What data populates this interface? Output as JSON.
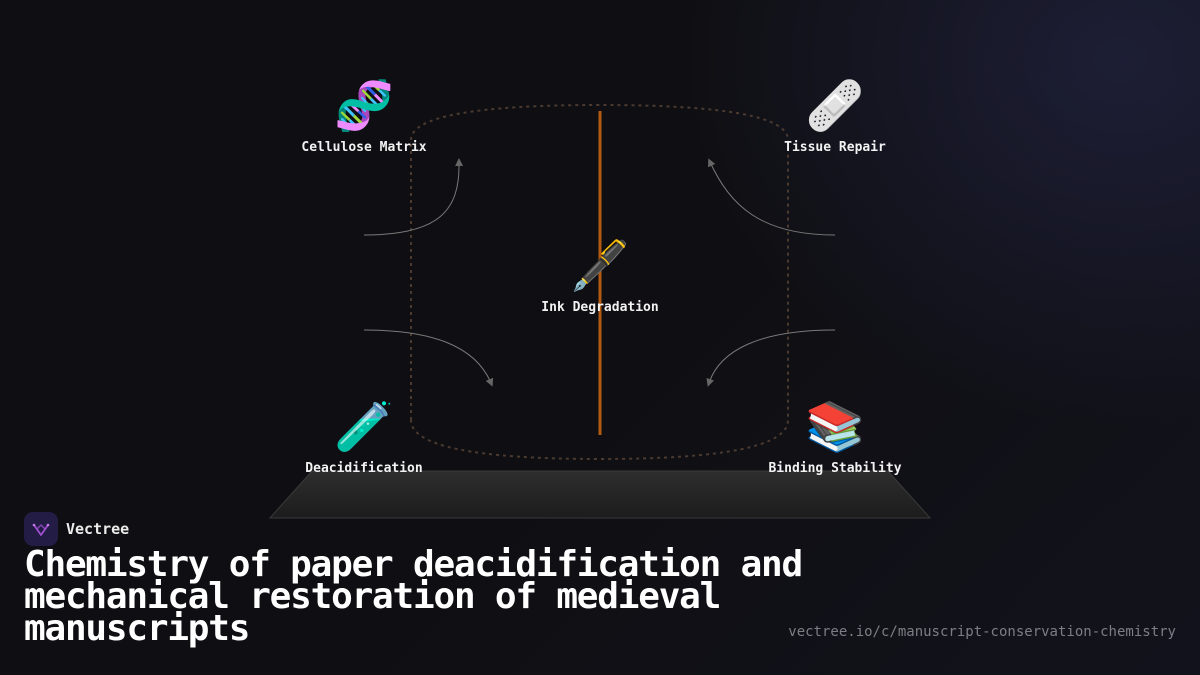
{
  "diagram": {
    "center": {
      "label": "Ink Degradation",
      "icon": "fountain-pen-icon",
      "emoji": "🖋️"
    },
    "nodes": [
      {
        "label": "Cellulose Matrix",
        "icon": "dna-icon",
        "emoji": "🧬"
      },
      {
        "label": "Tissue Repair",
        "icon": "bandage-icon",
        "emoji": "🩹"
      },
      {
        "label": "Deacidification",
        "icon": "test-tube-icon",
        "emoji": "🧪"
      },
      {
        "label": "Binding Stability",
        "icon": "books-icon",
        "emoji": "📚"
      }
    ],
    "colors": {
      "axis": "#b35a12",
      "dotted_outline": "#4a3a30",
      "connector": "#8a8a8a",
      "platform": "#2a2a2a"
    }
  },
  "brand": {
    "name": "Vectree",
    "logo_icon": "vectree-logo-icon",
    "logo_bg": "#231d45",
    "logo_accent": "#a04fd0"
  },
  "title": "Chemistry of paper deacidification and mechanical restoration of medieval manuscripts",
  "url": "vectree.io/c/manuscript-conservation-chemistry"
}
